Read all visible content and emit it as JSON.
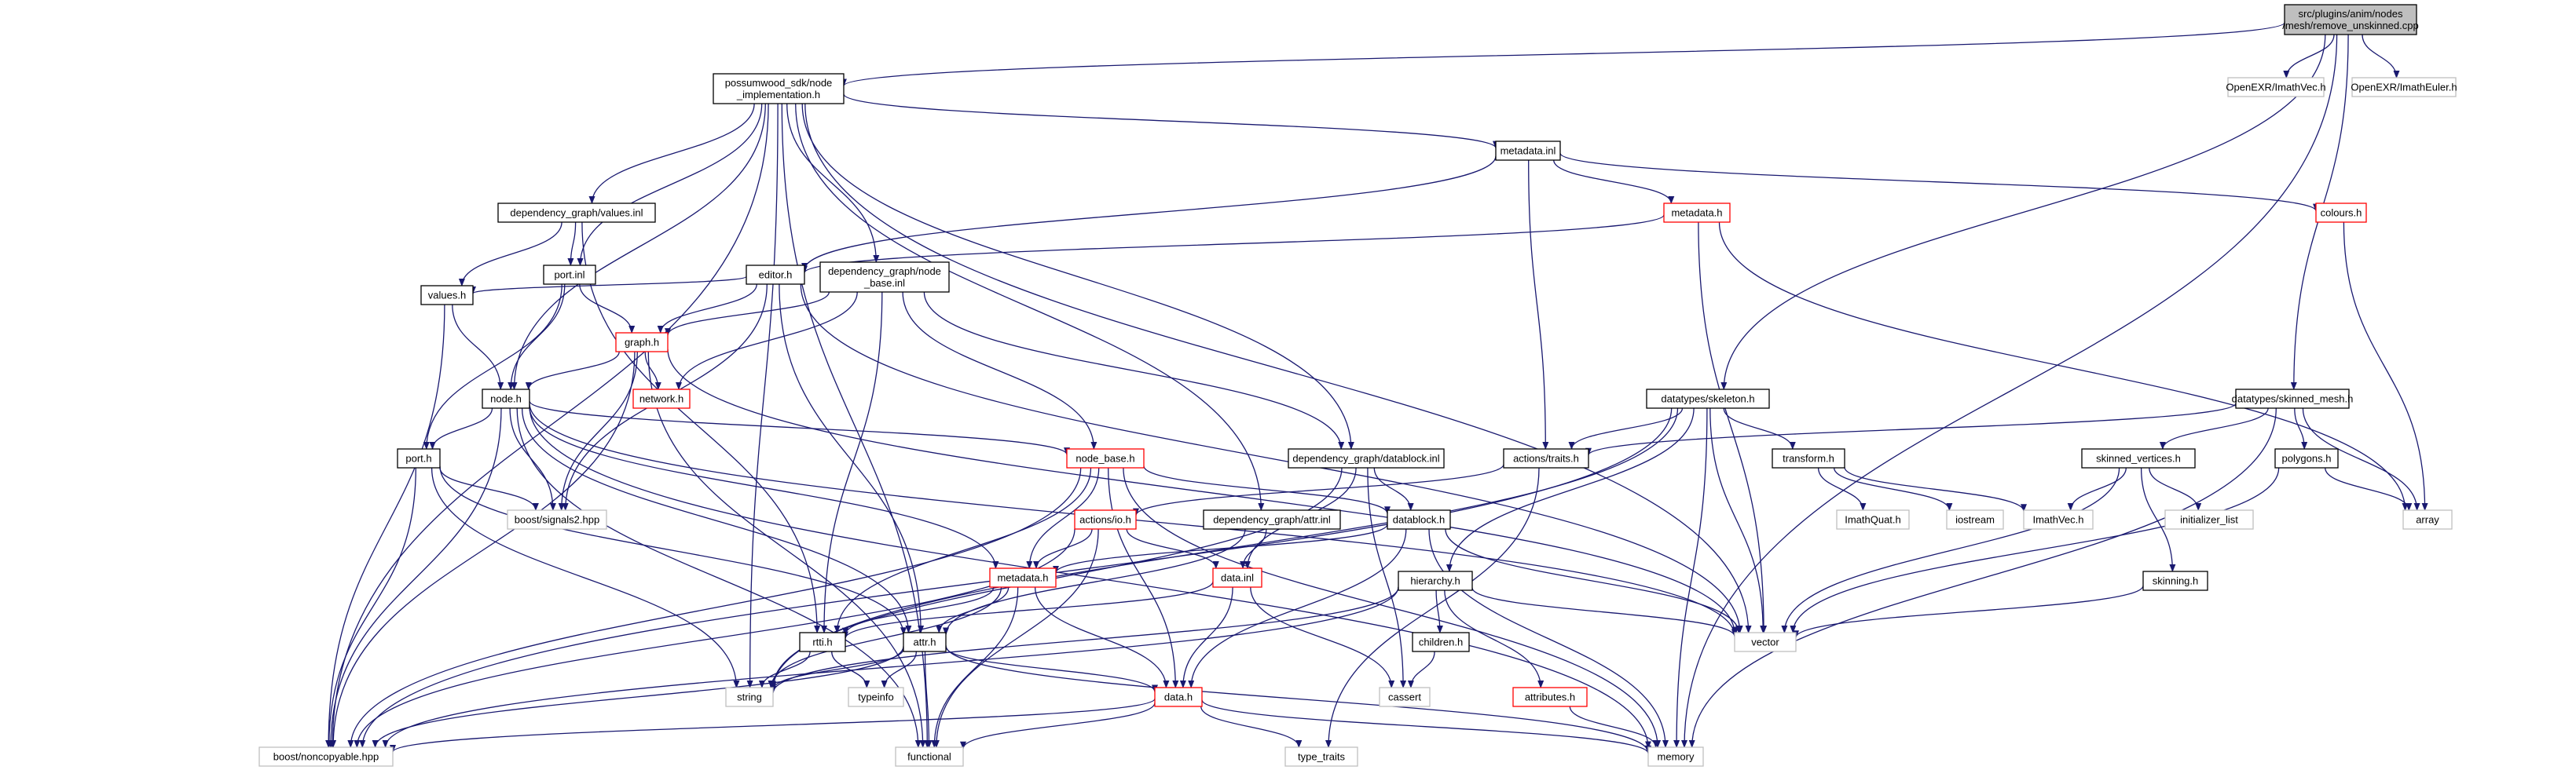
{
  "colors": {
    "edge": "#191970",
    "border_normal": "#000000",
    "border_truncated": "#ff0000",
    "border_system": "#bfbfbf",
    "root_fill": "#bfbfbf",
    "fill": "#ffffff"
  },
  "nodes": [
    {
      "id": "root",
      "lines": [
        "src/plugins/anim/nodes",
        "/mesh/remove_unskinned.cpp"
      ],
      "kind": "root"
    },
    {
      "id": "ni",
      "lines": [
        "possumwood_sdk/node",
        "_implementation.h"
      ],
      "kind": "normal"
    },
    {
      "id": "imathvec_exr",
      "lines": [
        "OpenEXR/ImathVec.h"
      ],
      "kind": "system"
    },
    {
      "id": "imatheuler",
      "lines": [
        "OpenEXR/ImathEuler.h"
      ],
      "kind": "system"
    },
    {
      "id": "metadata_inl",
      "lines": [
        "metadata.inl"
      ],
      "kind": "normal"
    },
    {
      "id": "values_inl",
      "lines": [
        "dependency_graph/values.inl"
      ],
      "kind": "normal"
    },
    {
      "id": "metadata_h1",
      "lines": [
        "metadata.h"
      ],
      "kind": "truncated"
    },
    {
      "id": "colours",
      "lines": [
        "colours.h"
      ],
      "kind": "truncated"
    },
    {
      "id": "port_inl",
      "lines": [
        "port.inl"
      ],
      "kind": "normal"
    },
    {
      "id": "editor",
      "lines": [
        "editor.h"
      ],
      "kind": "normal"
    },
    {
      "id": "nodebase_inl",
      "lines": [
        "dependency_graph/node",
        "_base.inl"
      ],
      "kind": "normal"
    },
    {
      "id": "values_h",
      "lines": [
        "values.h"
      ],
      "kind": "normal"
    },
    {
      "id": "graph",
      "lines": [
        "graph.h"
      ],
      "kind": "truncated"
    },
    {
      "id": "network",
      "lines": [
        "network.h"
      ],
      "kind": "truncated"
    },
    {
      "id": "node",
      "lines": [
        "node.h"
      ],
      "kind": "normal"
    },
    {
      "id": "skeleton",
      "lines": [
        "datatypes/skeleton.h"
      ],
      "kind": "normal"
    },
    {
      "id": "skinned_mesh",
      "lines": [
        "datatypes/skinned_mesh.h"
      ],
      "kind": "normal"
    },
    {
      "id": "port_h",
      "lines": [
        "port.h"
      ],
      "kind": "normal"
    },
    {
      "id": "node_base",
      "lines": [
        "node_base.h"
      ],
      "kind": "truncated"
    },
    {
      "id": "datablock_inl",
      "lines": [
        "dependency_graph/datablock.inl"
      ],
      "kind": "normal"
    },
    {
      "id": "actions_traits",
      "lines": [
        "actions/traits.h"
      ],
      "kind": "normal"
    },
    {
      "id": "transform",
      "lines": [
        "transform.h"
      ],
      "kind": "normal"
    },
    {
      "id": "skinned_vertices",
      "lines": [
        "skinned_vertices.h"
      ],
      "kind": "normal"
    },
    {
      "id": "polygons",
      "lines": [
        "polygons.h"
      ],
      "kind": "normal"
    },
    {
      "id": "signals2",
      "lines": [
        "boost/signals2.hpp"
      ],
      "kind": "system"
    },
    {
      "id": "actions_io",
      "lines": [
        "actions/io.h"
      ],
      "kind": "truncated"
    },
    {
      "id": "attr_inl",
      "lines": [
        "dependency_graph/attr.inl"
      ],
      "kind": "normal"
    },
    {
      "id": "datablock",
      "lines": [
        "datablock.h"
      ],
      "kind": "normal"
    },
    {
      "id": "imathquat",
      "lines": [
        "ImathQuat.h"
      ],
      "kind": "system"
    },
    {
      "id": "iostream",
      "lines": [
        "iostream"
      ],
      "kind": "system"
    },
    {
      "id": "imathvec",
      "lines": [
        "ImathVec.h"
      ],
      "kind": "system"
    },
    {
      "id": "initializer_list",
      "lines": [
        "initializer_list"
      ],
      "kind": "system"
    },
    {
      "id": "array",
      "lines": [
        "array"
      ],
      "kind": "system"
    },
    {
      "id": "metadata_h2",
      "lines": [
        "metadata.h"
      ],
      "kind": "truncated"
    },
    {
      "id": "data_inl",
      "lines": [
        "data.inl"
      ],
      "kind": "truncated"
    },
    {
      "id": "hierarchy",
      "lines": [
        "hierarchy.h"
      ],
      "kind": "normal"
    },
    {
      "id": "skinning",
      "lines": [
        "skinning.h"
      ],
      "kind": "normal"
    },
    {
      "id": "rtti",
      "lines": [
        "rtti.h"
      ],
      "kind": "normal"
    },
    {
      "id": "attr_h",
      "lines": [
        "attr.h"
      ],
      "kind": "normal"
    },
    {
      "id": "vector",
      "lines": [
        "vector"
      ],
      "kind": "system"
    },
    {
      "id": "children",
      "lines": [
        "children.h"
      ],
      "kind": "normal"
    },
    {
      "id": "string",
      "lines": [
        "string"
      ],
      "kind": "system"
    },
    {
      "id": "typeinfo",
      "lines": [
        "typeinfo"
      ],
      "kind": "system"
    },
    {
      "id": "cassert",
      "lines": [
        "cassert"
      ],
      "kind": "system"
    },
    {
      "id": "data_h",
      "lines": [
        "data.h"
      ],
      "kind": "truncated"
    },
    {
      "id": "attributes",
      "lines": [
        "attributes.h"
      ],
      "kind": "truncated"
    },
    {
      "id": "noncopyable",
      "lines": [
        "boost/noncopyable.hpp"
      ],
      "kind": "system"
    },
    {
      "id": "functional",
      "lines": [
        "functional"
      ],
      "kind": "system"
    },
    {
      "id": "type_traits",
      "lines": [
        "type_traits"
      ],
      "kind": "system"
    },
    {
      "id": "memory",
      "lines": [
        "memory"
      ],
      "kind": "system"
    }
  ],
  "edges": [
    [
      "root",
      "ni"
    ],
    [
      "root",
      "imathvec_exr"
    ],
    [
      "root",
      "imatheuler"
    ],
    [
      "root",
      "skeleton"
    ],
    [
      "root",
      "skinned_mesh"
    ],
    [
      "root",
      "memory"
    ],
    [
      "ni",
      "metadata_inl"
    ],
    [
      "ni",
      "values_inl"
    ],
    [
      "ni",
      "port_inl"
    ],
    [
      "ni",
      "nodebase_inl"
    ],
    [
      "ni",
      "node"
    ],
    [
      "ni",
      "datablock_inl"
    ],
    [
      "ni",
      "attr_inl"
    ],
    [
      "ni",
      "string"
    ],
    [
      "ni",
      "noncopyable"
    ],
    [
      "ni",
      "functional"
    ],
    [
      "ni",
      "vector"
    ],
    [
      "metadata_inl",
      "metadata_h1"
    ],
    [
      "metadata_inl",
      "editor"
    ],
    [
      "metadata_inl",
      "colours"
    ],
    [
      "metadata_inl",
      "actions_traits"
    ],
    [
      "metadata_h1",
      "editor"
    ],
    [
      "metadata_h1",
      "vector"
    ],
    [
      "metadata_h1",
      "array"
    ],
    [
      "colours",
      "array"
    ],
    [
      "values_inl",
      "port_inl"
    ],
    [
      "values_inl",
      "values_h"
    ],
    [
      "values_inl",
      "rtti"
    ],
    [
      "port_inl",
      "graph"
    ],
    [
      "port_inl",
      "node"
    ],
    [
      "port_inl",
      "port_h"
    ],
    [
      "editor",
      "graph"
    ],
    [
      "editor",
      "values_h"
    ],
    [
      "editor",
      "signals2"
    ],
    [
      "editor",
      "attr_h"
    ],
    [
      "editor",
      "vector"
    ],
    [
      "nodebase_inl",
      "graph"
    ],
    [
      "nodebase_inl",
      "network"
    ],
    [
      "nodebase_inl",
      "node_base"
    ],
    [
      "nodebase_inl",
      "datablock_inl"
    ],
    [
      "nodebase_inl",
      "rtti"
    ],
    [
      "values_h",
      "node"
    ],
    [
      "values_h",
      "noncopyable"
    ],
    [
      "graph",
      "node"
    ],
    [
      "graph",
      "network"
    ],
    [
      "graph",
      "signals2"
    ],
    [
      "graph",
      "noncopyable"
    ],
    [
      "graph",
      "functional"
    ],
    [
      "graph",
      "vector"
    ],
    [
      "node",
      "port_h"
    ],
    [
      "node",
      "node_base"
    ],
    [
      "node",
      "signals2"
    ],
    [
      "node",
      "metadata_h2"
    ],
    [
      "node",
      "attr_h"
    ],
    [
      "node",
      "noncopyable"
    ],
    [
      "node",
      "functional"
    ],
    [
      "node",
      "memory"
    ],
    [
      "node",
      "vector"
    ],
    [
      "port_h",
      "signals2"
    ],
    [
      "port_h",
      "attr_h"
    ],
    [
      "port_h",
      "noncopyable"
    ],
    [
      "port_h",
      "string"
    ],
    [
      "node_base",
      "datablock"
    ],
    [
      "node_base",
      "metadata_h2"
    ],
    [
      "node_base",
      "rtti"
    ],
    [
      "node_base",
      "data_h"
    ],
    [
      "node_base",
      "noncopyable"
    ],
    [
      "node_base",
      "memory"
    ],
    [
      "datablock_inl",
      "datablock"
    ],
    [
      "datablock_inl",
      "data_inl"
    ],
    [
      "datablock_inl",
      "cassert"
    ],
    [
      "datablock_inl",
      "string"
    ],
    [
      "datablock",
      "data_h"
    ],
    [
      "datablock",
      "metadata_h2"
    ],
    [
      "datablock",
      "vector"
    ],
    [
      "datablock",
      "memory"
    ],
    [
      "skeleton",
      "actions_traits"
    ],
    [
      "skeleton",
      "transform"
    ],
    [
      "skeleton",
      "hierarchy"
    ],
    [
      "skeleton",
      "vector"
    ],
    [
      "skeleton",
      "string"
    ],
    [
      "skeleton",
      "noncopyable"
    ],
    [
      "skeleton",
      "memory"
    ],
    [
      "skinned_mesh",
      "actions_traits"
    ],
    [
      "skinned_mesh",
      "skinned_vertices"
    ],
    [
      "skinned_mesh",
      "polygons"
    ],
    [
      "skinned_mesh",
      "array"
    ],
    [
      "skinned_mesh",
      "memory"
    ],
    [
      "actions_traits",
      "actions_io"
    ],
    [
      "actions_traits",
      "type_traits"
    ],
    [
      "actions_io",
      "metadata_h2"
    ],
    [
      "actions_io",
      "data_inl"
    ],
    [
      "actions_io",
      "noncopyable"
    ],
    [
      "actions_io",
      "functional"
    ],
    [
      "attr_inl",
      "data_inl"
    ],
    [
      "attr_inl",
      "attr_h"
    ],
    [
      "transform",
      "imathquat"
    ],
    [
      "transform",
      "iostream"
    ],
    [
      "transform",
      "imathvec"
    ],
    [
      "skinned_vertices",
      "imathvec"
    ],
    [
      "skinned_vertices",
      "initializer_list"
    ],
    [
      "skinned_vertices",
      "skinning"
    ],
    [
      "skinned_vertices",
      "vector"
    ],
    [
      "polygons",
      "array"
    ],
    [
      "polygons",
      "vector"
    ],
    [
      "metadata_h2",
      "rtti"
    ],
    [
      "metadata_h2",
      "attr_h"
    ],
    [
      "metadata_h2",
      "data_h"
    ],
    [
      "metadata_h2",
      "functional"
    ],
    [
      "metadata_h2",
      "string"
    ],
    [
      "data_inl",
      "data_h"
    ],
    [
      "data_inl",
      "cassert"
    ],
    [
      "data_inl",
      "rtti"
    ],
    [
      "hierarchy",
      "children"
    ],
    [
      "hierarchy",
      "attributes"
    ],
    [
      "hierarchy",
      "vector"
    ],
    [
      "hierarchy",
      "string"
    ],
    [
      "hierarchy",
      "noncopyable"
    ],
    [
      "skinning",
      "vector"
    ],
    [
      "rtti",
      "string"
    ],
    [
      "rtti",
      "typeinfo"
    ],
    [
      "attr_h",
      "data_h"
    ],
    [
      "attr_h",
      "string"
    ],
    [
      "attr_h",
      "typeinfo"
    ],
    [
      "attr_h",
      "functional"
    ],
    [
      "attr_h",
      "noncopyable"
    ],
    [
      "attr_h",
      "memory"
    ],
    [
      "children",
      "cassert"
    ],
    [
      "data_h",
      "noncopyable"
    ],
    [
      "data_h",
      "functional"
    ],
    [
      "data_h",
      "type_traits"
    ],
    [
      "data_h",
      "memory"
    ],
    [
      "attributes",
      "memory"
    ]
  ]
}
